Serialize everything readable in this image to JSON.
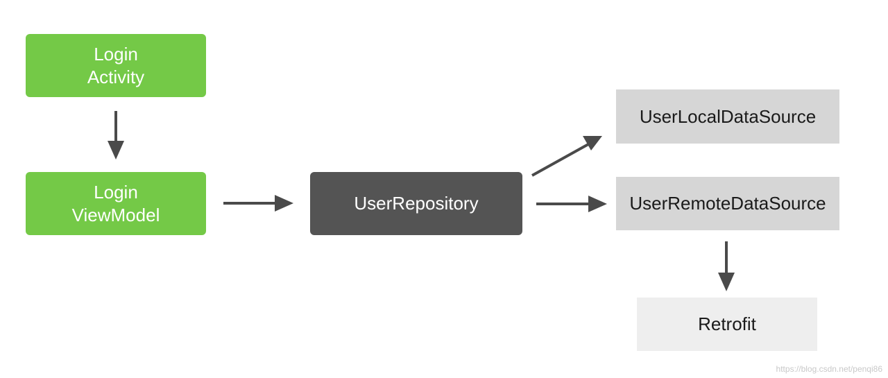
{
  "diagram": {
    "nodes": {
      "login_activity": "Login\nActivity",
      "login_viewmodel": "Login\nViewModel",
      "user_repository": "UserRepository",
      "user_local": "UserLocalDataSource",
      "user_remote": "UserRemoteDataSource",
      "retrofit": "Retrofit"
    },
    "colors": {
      "green": "#74c947",
      "dark": "#545454",
      "gray": "#d6d6d6",
      "light": "#eeeeee",
      "arrow": "#4a4a4a"
    }
  },
  "watermark": "https://blog.csdn.net/penqi86"
}
